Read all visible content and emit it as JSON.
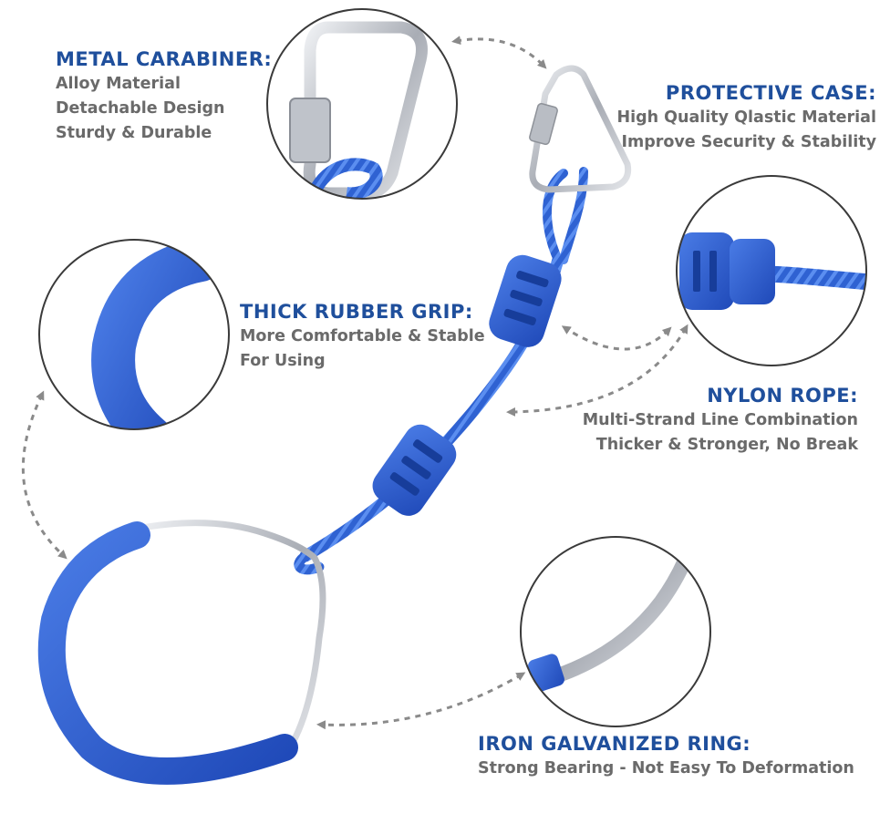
{
  "colors": {
    "title": "#1f4f9c",
    "description": "#6a6a6a",
    "product_blue": "#2e5fd0",
    "metal": "#c9ccd2",
    "circle_outline": "#3a3a3a",
    "arrow": "#8a8a8a"
  },
  "icons": [
    "metal-carabiner",
    "nylon-rope",
    "rope-grip-bead",
    "rubber-grip",
    "galvanized-ring"
  ],
  "features": {
    "carabiner": {
      "title": "METAL CARABINER:",
      "lines": [
        "Alloy Material",
        "Detachable Design",
        "Sturdy & Durable"
      ]
    },
    "protective_case": {
      "title": "PROTECTIVE CASE:",
      "lines": [
        "High Quality Qlastic Material",
        "Improve Security & Stability"
      ]
    },
    "rubber_grip": {
      "title": "THICK RUBBER GRIP:",
      "lines": [
        "More Comfortable & Stable",
        "For Using"
      ]
    },
    "nylon_rope": {
      "title": "NYLON ROPE:",
      "lines": [
        "Multi-Strand Line Combination",
        "Thicker & Stronger, No Break"
      ]
    },
    "ring": {
      "title": "IRON GALVANIZED RING:",
      "lines": [
        "Strong Bearing - Not Easy To Deformation"
      ]
    }
  }
}
